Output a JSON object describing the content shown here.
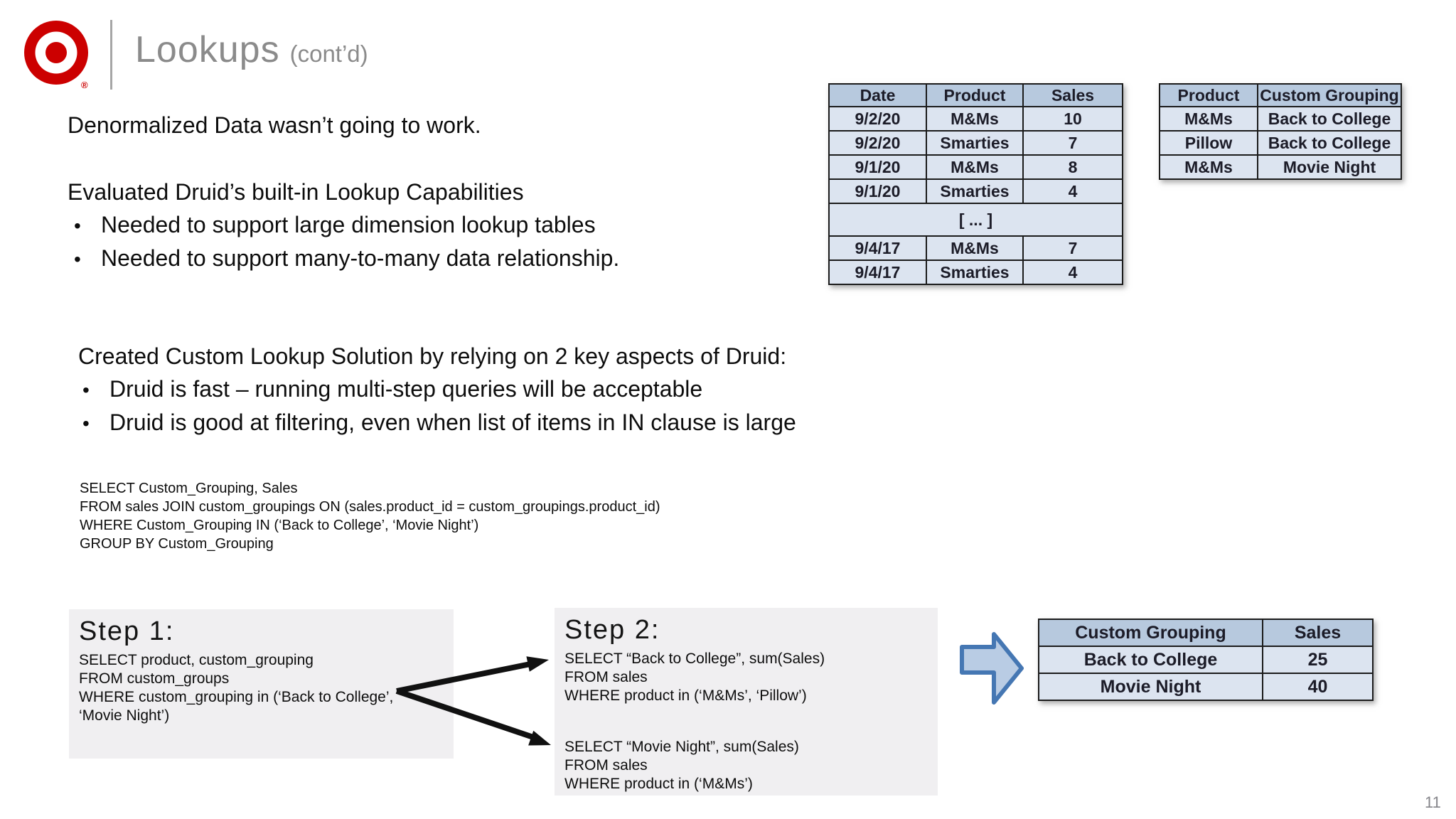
{
  "slide": {
    "title": "Lookups",
    "title_suffix": "(cont’d)",
    "trademark": "®",
    "page_number": "11"
  },
  "colors": {
    "target_red": "#cc0000",
    "title_gray": "#8b8b8b",
    "table_header_bg": "#b7c9de",
    "table_row_bg": "#dce4f0",
    "table_border": "#1b1b1b",
    "step_box_bg": "#f0eff1",
    "block_arrow_fill": "#b9cce4",
    "block_arrow_stroke": "#4577b3"
  },
  "intro": {
    "line1": "Denormalized Data wasn’t going to work.",
    "heading": "Evaluated Druid’s built-in Lookup Capabilities",
    "bullets": [
      "Needed to support large dimension lookup tables",
      "Needed to support many-to-many data relationship."
    ]
  },
  "solution": {
    "heading": "Created Custom Lookup Solution by relying on 2 key aspects of Druid:",
    "bullets": [
      "Druid is fast – running multi-step queries will be acceptable",
      "Druid is good at filtering, even when list of items in IN clause is large"
    ]
  },
  "sql_query": {
    "lines": [
      "SELECT Custom_Grouping, Sales",
      "FROM sales JOIN custom_groupings ON (sales.product_id = custom_groupings.product_id)",
      "WHERE Custom_Grouping IN (‘Back to College’, ‘Movie Night’)",
      "GROUP BY Custom_Grouping"
    ]
  },
  "sales_table": {
    "headers": [
      "Date",
      "Product",
      "Sales"
    ],
    "rows_top": [
      [
        "9/2/20",
        "M&Ms",
        "10"
      ],
      [
        "9/2/20",
        "Smarties",
        "7"
      ],
      [
        "9/1/20",
        "M&Ms",
        "8"
      ],
      [
        "9/1/20",
        "Smarties",
        "4"
      ]
    ],
    "ellipsis_row": "[ ... ]",
    "rows_bottom": [
      [
        "9/4/17",
        "M&Ms",
        "7"
      ],
      [
        "9/4/17",
        "Smarties",
        "4"
      ]
    ]
  },
  "grouping_table": {
    "headers": [
      "Product",
      "Custom Grouping"
    ],
    "rows": [
      [
        "M&Ms",
        "Back to College"
      ],
      [
        "Pillow",
        "Back to College"
      ],
      [
        "M&Ms",
        "Movie Night"
      ]
    ]
  },
  "step1": {
    "heading": "Step 1:",
    "lines": [
      "SELECT product, custom_grouping",
      "FROM custom_groups",
      "WHERE custom_grouping in (‘Back to College’,",
      "‘Movie Night’)"
    ]
  },
  "step2": {
    "heading": "Step 2:",
    "query1_lines": [
      "SELECT “Back to College”, sum(Sales)",
      "FROM sales",
      "WHERE product in (‘M&Ms’, ‘Pillow’)"
    ],
    "query2_lines": [
      "SELECT “Movie Night”, sum(Sales)",
      "FROM sales",
      "WHERE product in (‘M&Ms’)"
    ]
  },
  "result_table": {
    "headers": [
      "Custom Grouping",
      "Sales"
    ],
    "rows": [
      [
        "Back to College",
        "25"
      ],
      [
        "Movie Night",
        "40"
      ]
    ]
  }
}
